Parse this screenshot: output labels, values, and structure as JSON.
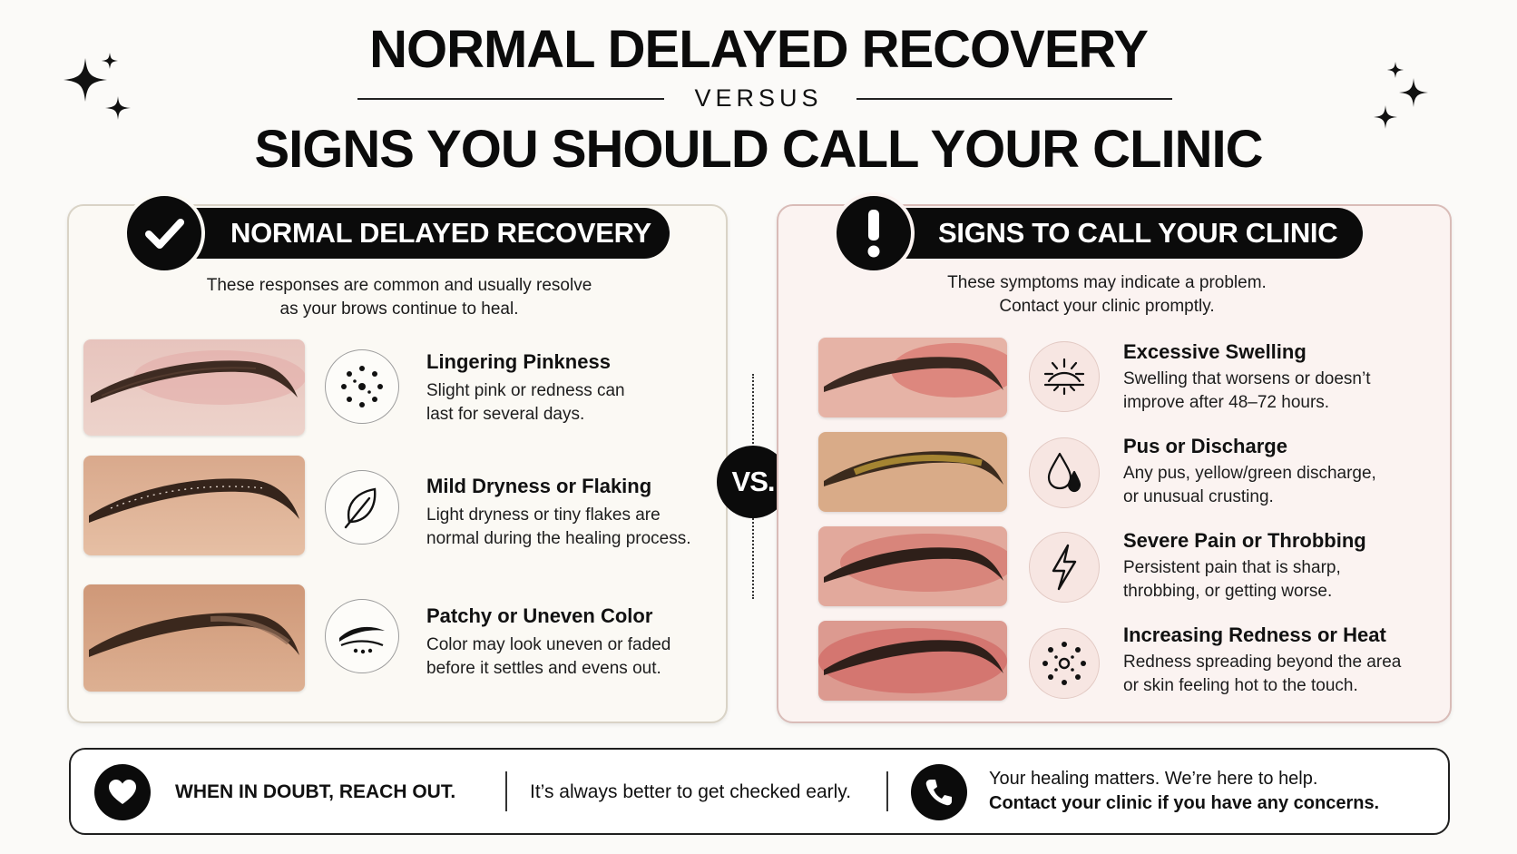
{
  "header": {
    "title_top": "NORMAL DELAYED RECOVERY",
    "versus": "VERSUS",
    "title_bottom": "SIGNS YOU SHOULD CALL YOUR CLINIC"
  },
  "left_panel": {
    "heading": "NORMAL DELAYED RECOVERY",
    "badge_icon": "checkmark-icon",
    "intro_line1": "These responses are common and usually resolve",
    "intro_line2": "as your brows continue to heal.",
    "items": [
      {
        "title": "Lingering Pinkness",
        "desc_line1": "Slight pink or redness can",
        "desc_line2": "last for several days.",
        "icon": "dotted-circle-icon"
      },
      {
        "title": "Mild Dryness or Flaking",
        "desc_line1": "Light dryness or tiny flakes are",
        "desc_line2": "normal during the healing process.",
        "icon": "leaf-icon"
      },
      {
        "title": "Patchy or Uneven Color",
        "desc_line1": "Color may look uneven or faded",
        "desc_line2": "before it settles and evens out.",
        "icon": "brow-icon"
      }
    ]
  },
  "vs_label": "VS.",
  "right_panel": {
    "heading": "SIGNS TO CALL YOUR CLINIC",
    "badge_icon": "exclamation-icon",
    "intro_line1": "These symptoms may indicate a problem.",
    "intro_line2": "Contact your clinic promptly.",
    "items": [
      {
        "title": "Excessive Swelling",
        "desc_line1": "Swelling that worsens or doesn’t",
        "desc_line2": "improve after 48–72 hours.",
        "icon": "swelling-icon"
      },
      {
        "title": "Pus or Discharge",
        "desc_line1": "Any pus, yellow/green discharge,",
        "desc_line2": "or unusual crusting.",
        "icon": "droplets-icon"
      },
      {
        "title": "Severe Pain or Throbbing",
        "desc_line1": "Persistent pain that is sharp,",
        "desc_line2": "throbbing, or getting worse.",
        "icon": "lightning-icon"
      },
      {
        "title": "Increasing Redness or Heat",
        "desc_line1": "Redness spreading beyond the area",
        "desc_line2": "or skin feeling hot to the touch.",
        "icon": "redness-dots-icon"
      }
    ]
  },
  "footer": {
    "headline": "WHEN IN DOUBT, REACH OUT.",
    "middle": "It’s always better to get checked early.",
    "right_line1": "Your healing matters. We’re here to help.",
    "right_line2": "Contact your clinic if you have any concerns.",
    "left_icon": "heart-icon",
    "right_icon": "phone-icon"
  },
  "colors": {
    "ink": "#0b0b0b",
    "left_panel_bg": "#fbf9f4",
    "right_panel_bg": "#fbf3f1",
    "right_icon_bg": "#f7e6e2"
  }
}
